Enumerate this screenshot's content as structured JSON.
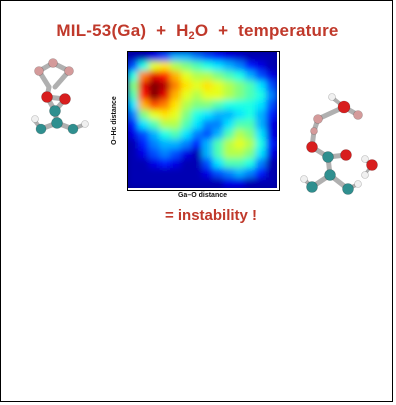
{
  "title": {
    "part1": "MIL-53(Ga)  +  H",
    "subscript": "2",
    "part2": "O  +  temperature"
  },
  "conclusion": "= instability !",
  "chart_data": {
    "type": "heatmap",
    "xlabel": "Ga–O distance",
    "ylabel": "O–Hc distance",
    "colormap": "jet",
    "grid": false,
    "rows": 14,
    "cols": 14,
    "values": [
      [
        0.05,
        0.05,
        0.1,
        0.2,
        0.3,
        0.3,
        0.25,
        0.2,
        0.15,
        0.1,
        0.08,
        0.05,
        0.05,
        0.05
      ],
      [
        0.2,
        0.4,
        0.6,
        0.65,
        0.55,
        0.5,
        0.45,
        0.4,
        0.35,
        0.3,
        0.25,
        0.15,
        0.1,
        0.05
      ],
      [
        0.4,
        0.75,
        0.9,
        0.85,
        0.7,
        0.6,
        0.55,
        0.55,
        0.5,
        0.45,
        0.4,
        0.3,
        0.2,
        0.1
      ],
      [
        0.5,
        0.9,
        1.0,
        0.95,
        0.75,
        0.65,
        0.6,
        0.65,
        0.6,
        0.55,
        0.5,
        0.45,
        0.35,
        0.2
      ],
      [
        0.45,
        0.85,
        1.0,
        0.9,
        0.7,
        0.6,
        0.55,
        0.6,
        0.6,
        0.55,
        0.5,
        0.45,
        0.4,
        0.25
      ],
      [
        0.35,
        0.7,
        0.8,
        0.75,
        0.65,
        0.55,
        0.5,
        0.5,
        0.45,
        0.4,
        0.4,
        0.4,
        0.35,
        0.2
      ],
      [
        0.25,
        0.5,
        0.6,
        0.65,
        0.6,
        0.5,
        0.4,
        0.35,
        0.3,
        0.3,
        0.35,
        0.4,
        0.3,
        0.15
      ],
      [
        0.15,
        0.35,
        0.45,
        0.55,
        0.55,
        0.45,
        0.35,
        0.25,
        0.25,
        0.35,
        0.45,
        0.45,
        0.3,
        0.1
      ],
      [
        0.1,
        0.2,
        0.3,
        0.4,
        0.45,
        0.35,
        0.25,
        0.2,
        0.3,
        0.45,
        0.55,
        0.5,
        0.35,
        0.1
      ],
      [
        0.05,
        0.15,
        0.25,
        0.3,
        0.3,
        0.25,
        0.15,
        0.3,
        0.45,
        0.55,
        0.6,
        0.55,
        0.4,
        0.15
      ],
      [
        0.05,
        0.1,
        0.2,
        0.25,
        0.2,
        0.1,
        0.05,
        0.3,
        0.45,
        0.55,
        0.55,
        0.5,
        0.35,
        0.1
      ],
      [
        0.05,
        0.05,
        0.1,
        0.15,
        0.1,
        0.05,
        0.05,
        0.2,
        0.35,
        0.45,
        0.45,
        0.4,
        0.25,
        0.05
      ],
      [
        0.05,
        0.05,
        0.05,
        0.05,
        0.05,
        0.05,
        0.05,
        0.1,
        0.2,
        0.25,
        0.3,
        0.25,
        0.15,
        0.05
      ],
      [
        0.05,
        0.05,
        0.05,
        0.05,
        0.05,
        0.05,
        0.05,
        0.05,
        0.05,
        0.1,
        0.1,
        0.05,
        0.05,
        0.05
      ]
    ]
  },
  "atom_colors": {
    "gallium": "#d49a9a",
    "oxygen": "#d81e1e",
    "carbon": "#2f8f8f",
    "hydrogen": "#f0f0f0",
    "bond": "#b0b0b0"
  },
  "accent_color": "#c0392b"
}
